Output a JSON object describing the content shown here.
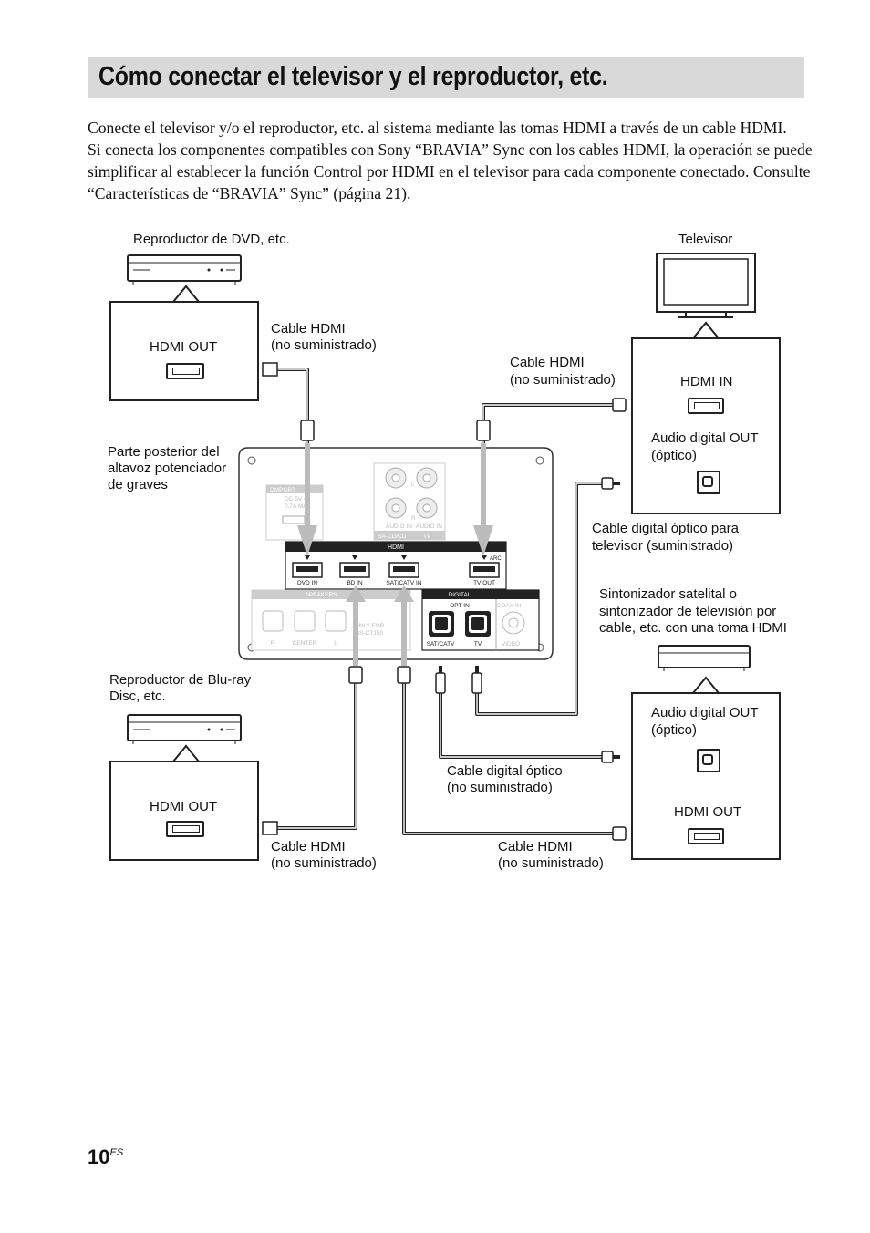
{
  "title": "Cómo conectar el televisor y el reproductor, etc.",
  "intro": {
    "p1": "Conecte el televisor y/o el reproductor, etc. al sistema mediante las tomas HDMI a través de un cable HDMI.",
    "p2": "Si conecta los componentes compatibles con Sony “BRAVIA” Sync con los cables HDMI, la operación se puede simplificar al establecer la función Control por HDMI en el televisor para cada componente conectado. Consulte “Características de “BRAVIA” Sync” (página 21)."
  },
  "devices": {
    "dvd": {
      "name": "Reproductor de DVD, etc.",
      "port": "HDMI OUT"
    },
    "tv": {
      "name": "Televisor",
      "port_hdmi": "HDMI IN",
      "port_audio_l1": "Audio digital OUT",
      "port_audio_l2": "(óptico)"
    },
    "subwoofer": {
      "l1": "Parte posterior del",
      "l2": "altavoz potenciador",
      "l3": "de graves"
    },
    "bluray": {
      "l1": "Reproductor de Blu-ray",
      "l2": "Disc, etc.",
      "port": "HDMI OUT"
    },
    "sat": {
      "l1": "Sintonizador satelital o",
      "l2": "sintonizador de televisión por",
      "l3": "cable, etc. con una toma HDMI",
      "port_audio_l1": "Audio digital OUT",
      "port_audio_l2": "(óptico)",
      "port_hdmi": "HDMI OUT"
    }
  },
  "cables": {
    "hdmi_l1": "Cable HDMI",
    "hdmi_l2": "(no suministrado)",
    "tv_optical_l1": "Cable digital óptico para",
    "tv_optical_l2": "televisor (suministrado)",
    "optical_l1": "Cable digital óptico",
    "optical_l2": "(no suministrado)"
  },
  "panel": {
    "dmport": "DMPORT",
    "dmport_spec1": "DC 5V ⎓",
    "dmport_spec2": "0.7A MAX",
    "audio_in": "AUDIO IN",
    "sacd": "SA-CD/CD",
    "tv": "TV",
    "hdmi": "HDMI",
    "arc": "ARC",
    "dvd_in": "DVD IN",
    "bd_in": "BD IN",
    "sat_in": "SAT/CATV IN",
    "tv_out": "TV OUT",
    "speakers": "SPEAKERS",
    "sp_r": "R",
    "sp_center": "CENTER",
    "sp_l": "L",
    "only_for1": "ONLY FOR",
    "only_for2": "SS-CT150",
    "digital": "DIGITAL",
    "opt_in": "OPT IN",
    "coax_in": "COAX IN",
    "sat_catv": "SAT/CATV",
    "dig_tv": "TV",
    "video": "VIDEO",
    "ch_l": "L",
    "ch_r": "R"
  },
  "page": {
    "number": "10",
    "suffix": "ES"
  }
}
